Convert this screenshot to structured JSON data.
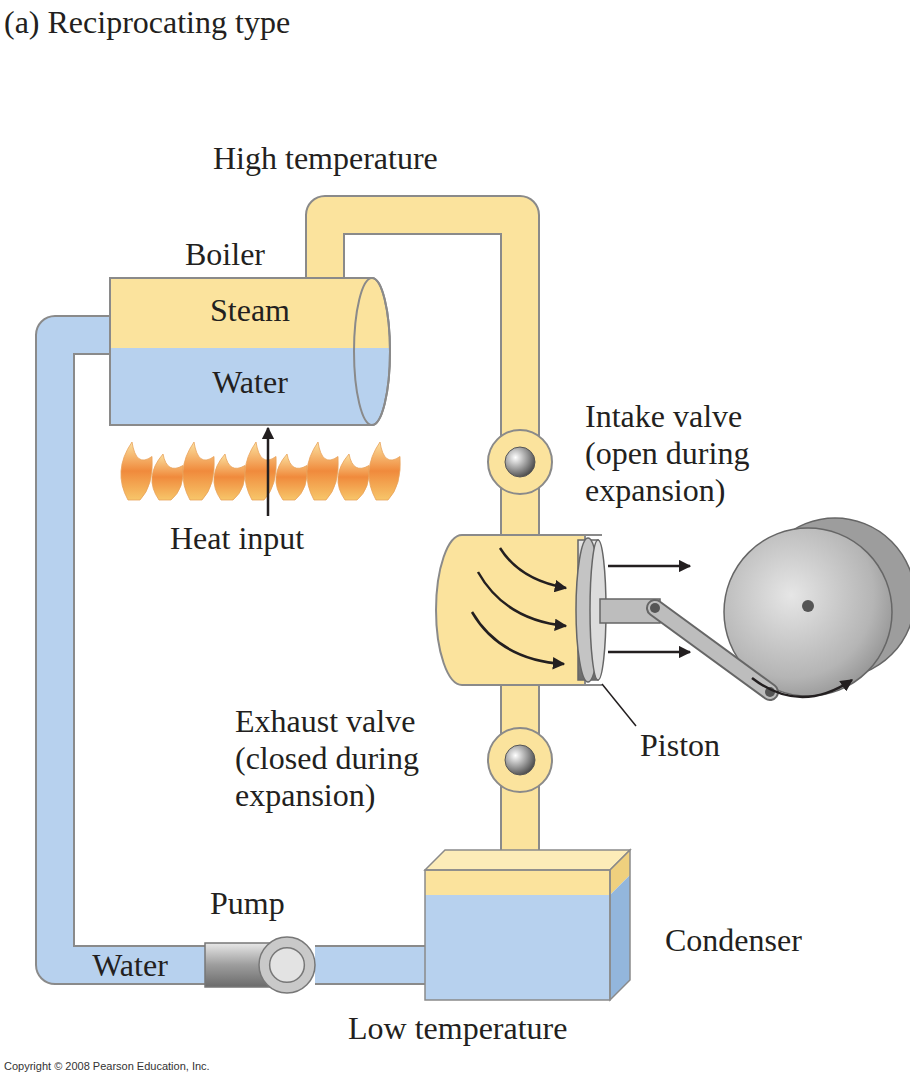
{
  "diagram": {
    "title": "(a) Reciprocating type",
    "nodes": [
      {
        "text": [
          "Boiler",
          "Steam",
          "Water"
        ]
      },
      {
        "text": [
          "Condenser"
        ]
      },
      {
        "text": [
          "Pump"
        ]
      }
    ],
    "edges": [
      {
        "from": 0,
        "to": 1,
        "arrow": "none"
      },
      {
        "from": 1,
        "to": 2,
        "arrow": "none"
      },
      {
        "from": 2,
        "to": 0,
        "arrow": "none",
        "label": "Water"
      }
    ],
    "labels": [
      "High temperature",
      "Heat input",
      "Intake valve (open during expansion)",
      "Exhaust valve (closed during expansion)",
      "Piston",
      "Low temperature",
      "Copyright © 2008 Pearson Education, Inc."
    ]
  }
}
